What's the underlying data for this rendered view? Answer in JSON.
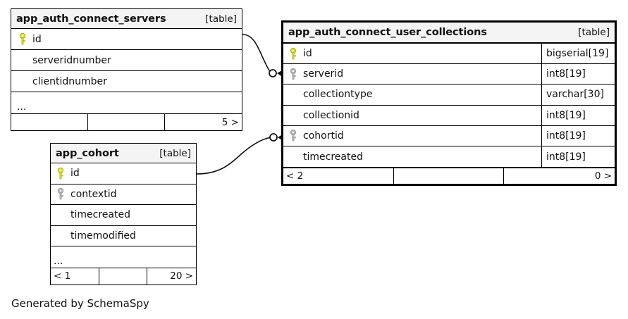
{
  "diagram": {
    "caption": "Generated by SchemaSpy",
    "kind_label": "[table]",
    "ellipsis": "...",
    "colors": {
      "primary_key": "#e8e80c",
      "foreign_key": "#b0b0b0",
      "header_bg": "#f4f4f4",
      "border": "#000000",
      "background": "#ffffff"
    }
  },
  "tables": [
    {
      "id": "servers",
      "name": "app_auth_connect_servers",
      "kind": "[table]",
      "focus": false,
      "columns": [
        {
          "name": "id",
          "key": "primary",
          "type": ""
        },
        {
          "name": "serveridnumber",
          "key": "none",
          "type": ""
        },
        {
          "name": "clientidnumber",
          "key": "none",
          "type": ""
        }
      ],
      "has_more": true,
      "more_marker": "...",
      "footer": [
        "",
        "",
        "5 >"
      ]
    },
    {
      "id": "cohort",
      "name": "app_cohort",
      "kind": "[table]",
      "focus": false,
      "columns": [
        {
          "name": "id",
          "key": "primary",
          "type": ""
        },
        {
          "name": "contextid",
          "key": "foreign",
          "type": ""
        },
        {
          "name": "timecreated",
          "key": "none",
          "type": ""
        },
        {
          "name": "timemodified",
          "key": "none",
          "type": ""
        }
      ],
      "has_more": true,
      "more_marker": "...",
      "footer": [
        "< 1",
        "",
        "20 >"
      ]
    },
    {
      "id": "collections",
      "name": "app_auth_connect_user_collections",
      "kind": "[table]",
      "focus": true,
      "columns": [
        {
          "name": "id",
          "key": "primary",
          "type": "bigserial[19]"
        },
        {
          "name": "serverid",
          "key": "foreign",
          "type": "int8[19]"
        },
        {
          "name": "collectiontype",
          "key": "none",
          "type": "varchar[30]"
        },
        {
          "name": "collectionid",
          "key": "none",
          "type": "int8[19]"
        },
        {
          "name": "cohortid",
          "key": "foreign",
          "type": "int8[19]"
        },
        {
          "name": "timecreated",
          "key": "none",
          "type": "int8[19]"
        }
      ],
      "has_more": false,
      "more_marker": "",
      "footer": [
        "< 2",
        "",
        "0 >"
      ]
    }
  ],
  "relationships": [
    {
      "id": "servers-to-collections",
      "from_table": "app_auth_connect_servers",
      "from_column": "id",
      "to_table": "app_auth_connect_user_collections",
      "to_column": "serverid",
      "optional": true
    },
    {
      "id": "cohort-to-collections",
      "from_table": "app_cohort",
      "from_column": "id",
      "to_table": "app_auth_connect_user_collections",
      "to_column": "cohortid",
      "optional": true
    }
  ]
}
